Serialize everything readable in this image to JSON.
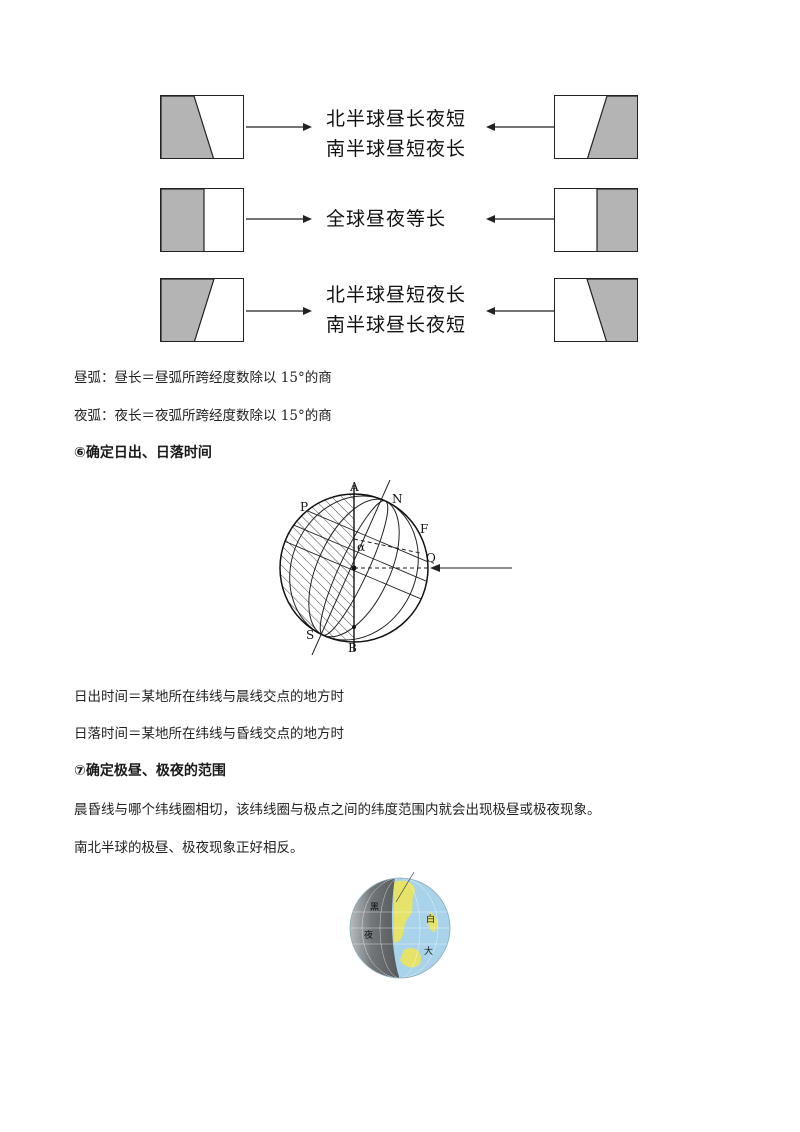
{
  "diagram_rows": [
    {
      "line1": "北半球昼长夜短",
      "line2": "南半球昼短夜长"
    },
    {
      "line1": "全球昼夜等长",
      "line2": ""
    },
    {
      "line1": "北半球昼短夜长",
      "line2": "南半球昼长夜短"
    }
  ],
  "text": {
    "day_arc": "昼弧：昼长＝昼弧所跨经度数除以 15°的商",
    "night_arc": "夜弧：夜长＝夜弧所跨经度数除以 15°的商",
    "heading6": "⑥确定日出、日落时间",
    "sunrise": "日出时间＝某地所在纬线与晨线交点的地方时",
    "sunset": "日落时间＝某地所在纬线与昏线交点的地方时",
    "heading7": "⑦确定极昼、极夜的范围",
    "polar1": "晨昏线与哪个纬线圈相切，该纬线圈与极点之间的纬度范围内就会出现极昼或极夜现象。",
    "polar2": "南北半球的极昼、极夜现象正好相反。"
  },
  "globe_labels": {
    "A": "A",
    "N": "N",
    "P": "P",
    "F": "F",
    "alpha": "α",
    "Q": "Q",
    "S": "S",
    "B": "B"
  },
  "earth_labels": {
    "night1": "黑",
    "night2": "夜",
    "day1": "白",
    "day2": "大"
  },
  "colors": {
    "shade": "#b4b4b4",
    "ocean": "#a9d3ea",
    "land": "#e6e36a",
    "night": "#5f5f5f"
  }
}
